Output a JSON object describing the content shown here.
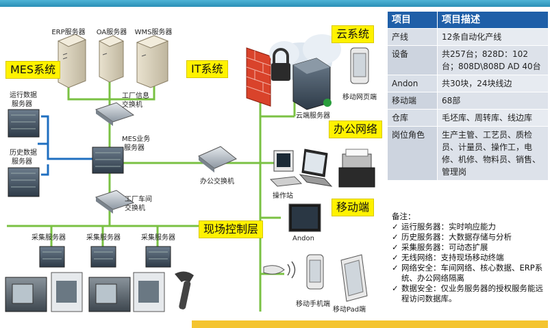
{
  "callouts": {
    "mes": "MES系统",
    "it": "IT系统",
    "cloud": "云系统",
    "office": "办公网络",
    "mobile": "移动端",
    "field": "现场控制层"
  },
  "labels": {
    "erp_server": "ERP服务器",
    "oa_server": "OA服务器",
    "wms_server": "WMS服务器",
    "factory_info_switch_1": "工厂信息",
    "factory_info_switch_2": "交换机",
    "run_data_server_1": "运行数据",
    "run_data_server_2": "服务器",
    "hist_data_server_1": "历史数据",
    "hist_data_server_2": "服务器",
    "mes_biz_server_1": "MES业务",
    "mes_biz_server_2": "服务器",
    "office_switch": "办公交换机",
    "workshop_switch_1": "工厂车间",
    "workshop_switch_2": "交换机",
    "collect_server_1": "采集服务器",
    "collect_server_2": "采集服务器",
    "collect_server_3": "采集服务器",
    "cloud_server": "云端服务器",
    "mobile_web": "移动网页端",
    "workstation": "操作站",
    "andon": "Andon",
    "mobile_phone": "移动手机端",
    "mobile_pad": "移动Pad端"
  },
  "table": {
    "header": [
      "项目",
      "项目描述"
    ],
    "rows": [
      {
        "k": "产线",
        "v": "12条自动化产线"
      },
      {
        "k": "设备",
        "v": "共257台；828D：102台；808D\\808D AD 40台"
      },
      {
        "k": "Andon",
        "v": "共30块，24块线边"
      },
      {
        "k": "移动端",
        "v": "68部"
      },
      {
        "k": "仓库",
        "v": "毛坯库、周转库、线边库"
      },
      {
        "k": "岗位角色",
        "v": "生产主管、工艺员、质检员、计量员、操作工，电修、机修、物料员、销售、管理岗"
      }
    ]
  },
  "notes": {
    "title": "备注：",
    "check": "✓",
    "items": [
      "运行服务器：实时响应能力",
      "历史服务器：大数据存储与分析",
      "采集服务器：可动态扩展",
      "无线网络：支持现场移动终端",
      "网络安全：车间网络、核心数据、ERP系统、办公网络隔离",
      "数据安全：仅业务服务器的授权服务能远程访问数据库。"
    ]
  },
  "colors": {
    "green_line": "#7ac143",
    "blue_line": "#1f6fc0",
    "callout_bg": "#fff200",
    "table_header": "#1f5fa8",
    "firewall": "#d9432b"
  }
}
